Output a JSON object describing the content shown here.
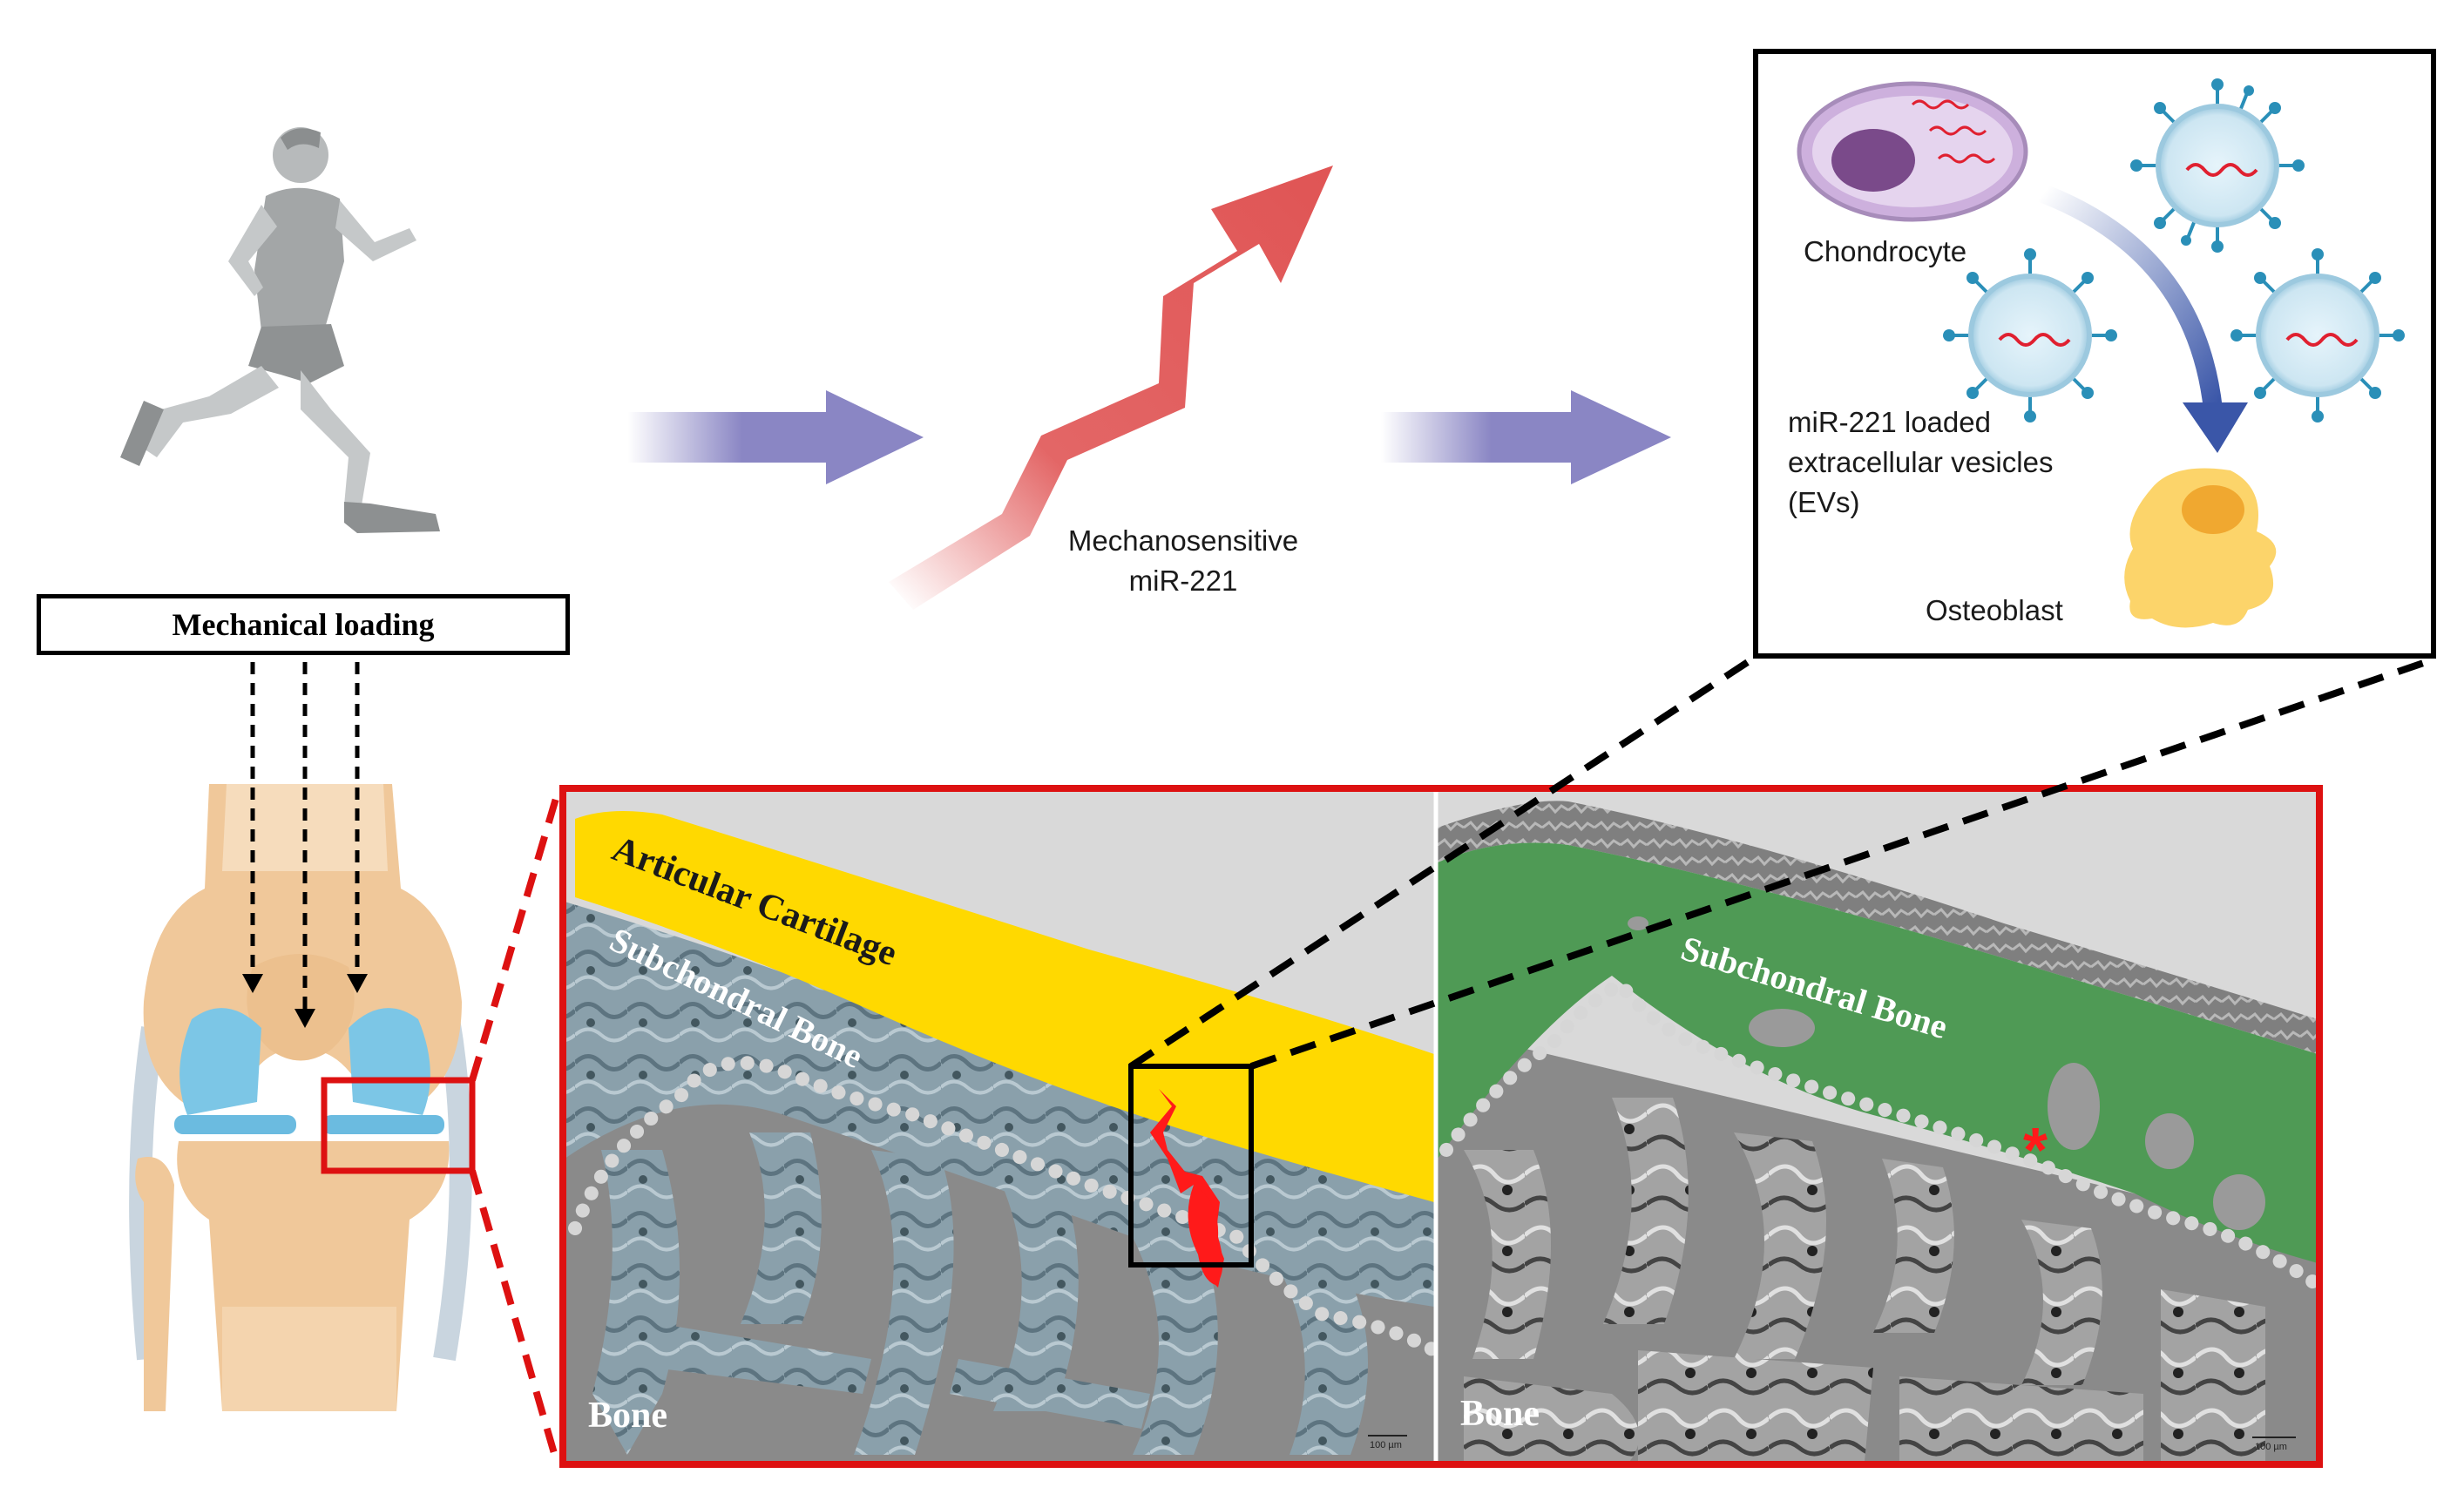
{
  "labels": {
    "mechanical_loading": "Mechanical loading",
    "mechanosensitive_line1": "Mechanosensitive",
    "mechanosensitive_line2": "miR-221",
    "chondrocyte": "Chondrocyte",
    "evs_line1": "miR-221 loaded",
    "evs_line2": "extracellular vesicles",
    "evs_line3": "(EVs)",
    "osteoblast": "Osteoblast",
    "articular_cartilage": "Articular Cartilage",
    "subchondral_bone_left": "Subchondral Bone",
    "subchondral_bone_right": "Subchondral Bone",
    "bone_left": "Bone",
    "bone_right": "Bone",
    "asterisk": "*",
    "scale_left": "100 µm",
    "scale_right": "100 µm"
  },
  "colors": {
    "flow_arrow": "#8a86c4",
    "trend_arrow": "#e05555",
    "curved_arrow": "#3a56a8",
    "highlight_frame": "#dd1111",
    "cartilage": "#ffd900",
    "subchondral_green": "#4f9a55",
    "bone_left": "#8fa3ad",
    "bone_right": "#9a9a9a",
    "chondrocyte": "#c8a6d9",
    "osteoblast": "#fcd46a",
    "vesicle": "#2a8fb8"
  }
}
